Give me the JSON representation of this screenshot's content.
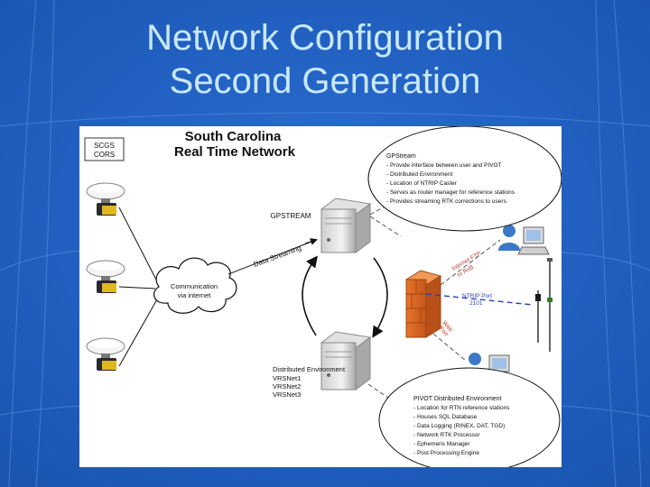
{
  "slide": {
    "title_line1": "Network Configuration",
    "title_line2": "Second Generation"
  },
  "diagram": {
    "heading_line1": "South Carolina",
    "heading_line2": "Real Time Network",
    "scgs_line1": "SCGS",
    "scgs_line2": "CORS",
    "gpstream_label": "GPSTREAM",
    "data_streaming": "Data Streaming",
    "cloud_line1": "Communication",
    "cloud_line2": "via internet",
    "distributed_line1": "Distributed Environment",
    "distributed_line2": "VRSNet1",
    "distributed_line3": "VRSNet2",
    "distributed_line4": "VRSNet3",
    "internet_ftp_line1": "Internet FTP",
    "internet_ftp_line2": "to RxB",
    "ntrip_line1": "NTRIP Port",
    "ntrip_line2": "2101",
    "web_line1": "Web",
    "web_line2": "Port",
    "gpstream_box": {
      "title": "GPStream",
      "items": [
        "- Provide interface between user and PIVOT",
        "- Distributed Environment",
        "- Location of NTRIP Caster",
        "- Serves as router manager for reference stations",
        "- Provides streaming RTK corrections to users"
      ]
    },
    "pivot_box": {
      "title": "PIVOT Distributed Environment",
      "items": [
        "- Location for RTN reference stations",
        "- Houses SQL Database",
        "- Data Logging (RINEX, DAT, TGD)",
        "- Network RTK Processor",
        "- Ephemeris Manager",
        "- Post Processing Engine"
      ]
    }
  },
  "colors": {
    "background": "#1f5fc0",
    "title": "#c8e8ff",
    "firewall": "#e8742a",
    "receiver": "#e0b820"
  }
}
